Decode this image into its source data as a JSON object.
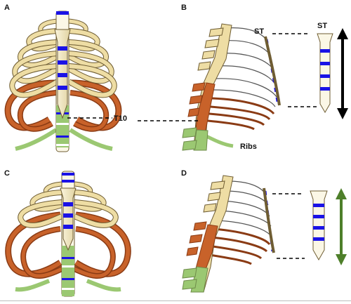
{
  "panels": [
    {
      "id": "A",
      "label": "A"
    },
    {
      "id": "B",
      "label": "B"
    },
    {
      "id": "C",
      "label": "C"
    },
    {
      "id": "D",
      "label": "D"
    }
  ],
  "annotations": {
    "t10": "T10",
    "st_panel_b": "ST",
    "st_sternum": "ST",
    "ribs": "Ribs"
  },
  "colors": {
    "upper_ribs": "#eedda4",
    "lower_ribs": "#c8622a",
    "lower_ribs_dark": "#8a3b14",
    "floating_ribs": "#9bc872",
    "vertebra_band": "#1a12e6",
    "arrow_panel_b": "#000000",
    "arrow_panel_d": "#4e7f2a",
    "bone_outline": "#6f5d33"
  },
  "icons": {
    "arrow_b": "double-headed-arrow-black",
    "arrow_d": "double-headed-arrow-green"
  }
}
